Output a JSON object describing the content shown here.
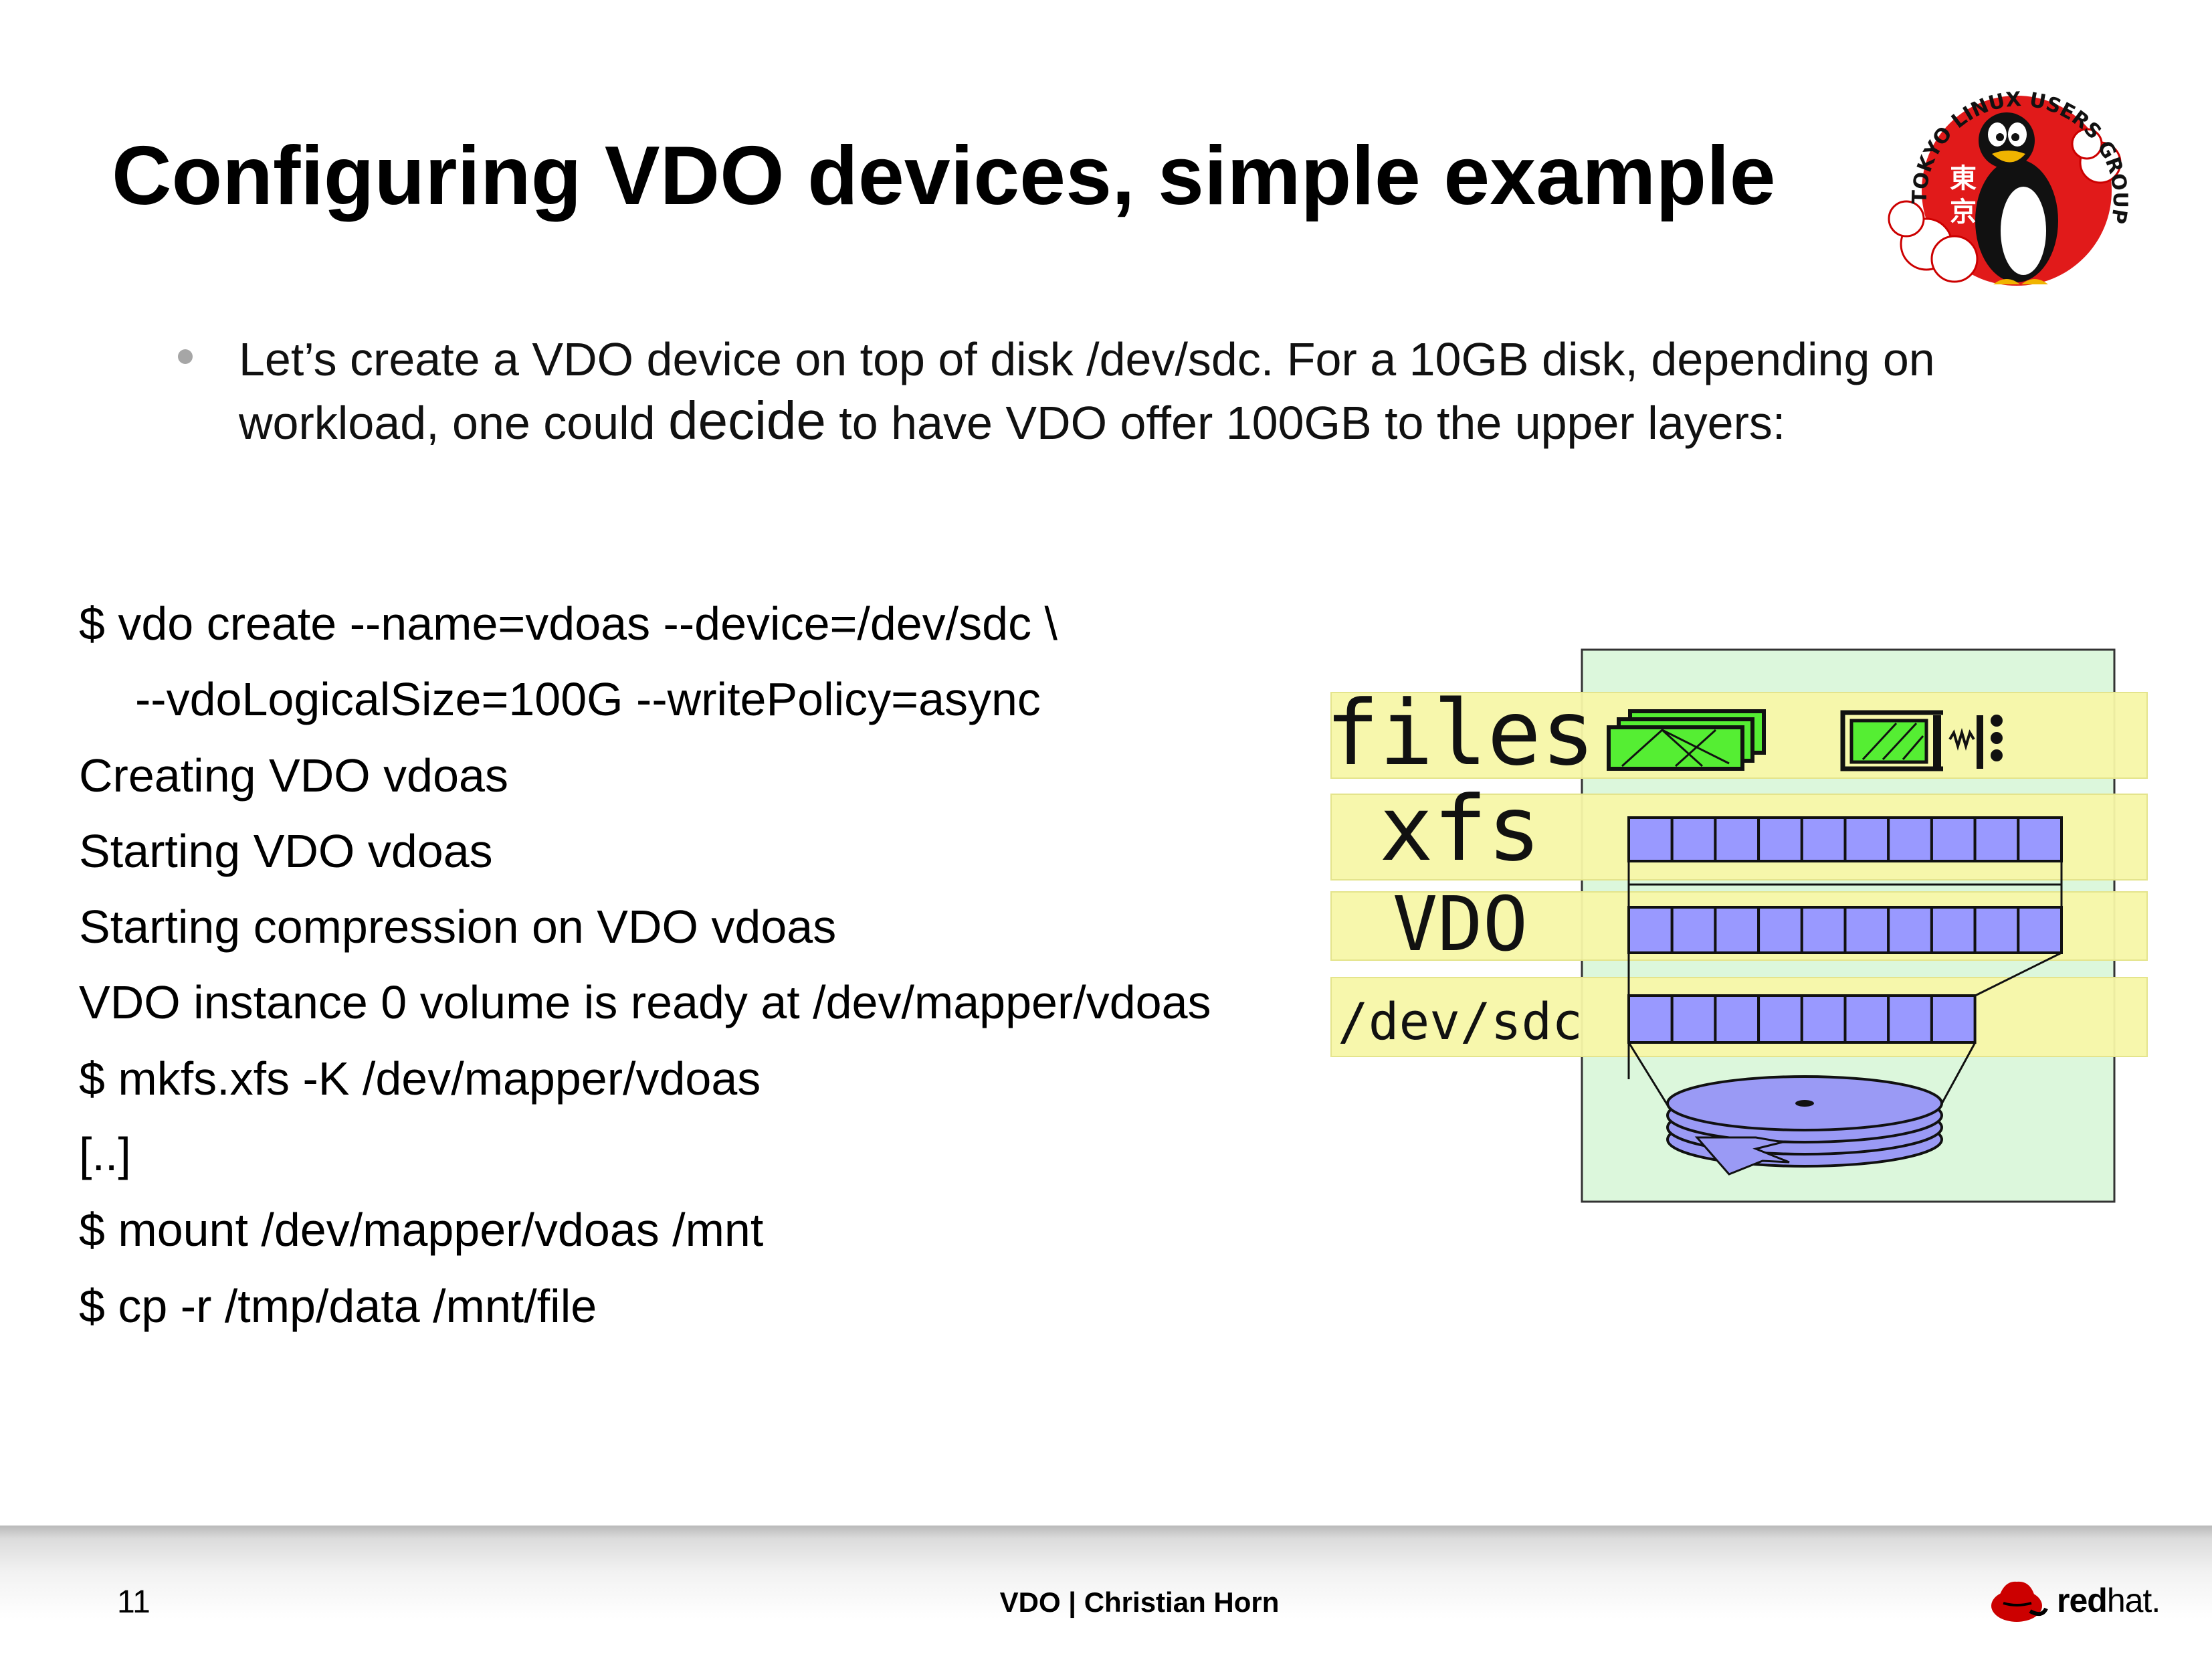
{
  "slide": {
    "title": "Configuring VDO devices, simple example",
    "bullet": {
      "part1": "Let’s create a VDO device on top of disk /dev/sdc. For a 10GB disk, depending on workload, one could ",
      "emphasis": "decide",
      "part2": " to have VDO offer 100GB to the upper layers:"
    },
    "commands": [
      "$ vdo create --name=vdoas --device=/dev/sdc \\",
      "--vdoLogicalSize=100G --writePolicy=async",
      "Creating VDO vdoas",
      "Starting VDO vdoas",
      "Starting compression on VDO vdoas",
      "VDO instance 0 volume is ready at /dev/mapper/vdoas",
      "$ mkfs.xfs -K /dev/mapper/vdoas",
      "[..]",
      "$ mount /dev/mapper/vdoas /mnt",
      "$ cp -r /tmp/data /mnt/file"
    ]
  },
  "diagram": {
    "layers": [
      "files",
      "xfs",
      "VDO",
      "/dev/sdc"
    ],
    "colors": {
      "layer_band": "#f7f7a8",
      "stack_bg": "#dcf7dc",
      "block": "#9999ff",
      "file_icon": "#55ee33",
      "disk": "#9a9af5"
    }
  },
  "logo": {
    "text": "TOKYO LINUX USERS GROUP",
    "kanji": "東京"
  },
  "footer": {
    "page_number": "11",
    "center": "VDO | Christian Horn",
    "brand_bold": "red",
    "brand_light": "hat."
  }
}
